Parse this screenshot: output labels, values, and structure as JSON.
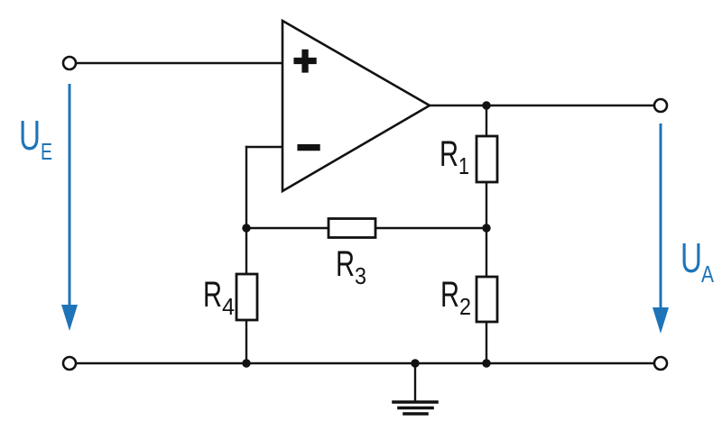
{
  "colors": {
    "wire": "#121212",
    "annotation": "#1e74b8",
    "background": "#ffffff"
  },
  "opamp": {
    "plus_label": "+",
    "minus_label": "−"
  },
  "components": {
    "r1": {
      "name": "R",
      "sub": "1"
    },
    "r2": {
      "name": "R",
      "sub": "2"
    },
    "r3": {
      "name": "R",
      "sub": "3"
    },
    "r4": {
      "name": "R",
      "sub": "4"
    }
  },
  "voltages": {
    "input": {
      "name": "U",
      "sub": "E"
    },
    "output": {
      "name": "U",
      "sub": "A"
    }
  }
}
